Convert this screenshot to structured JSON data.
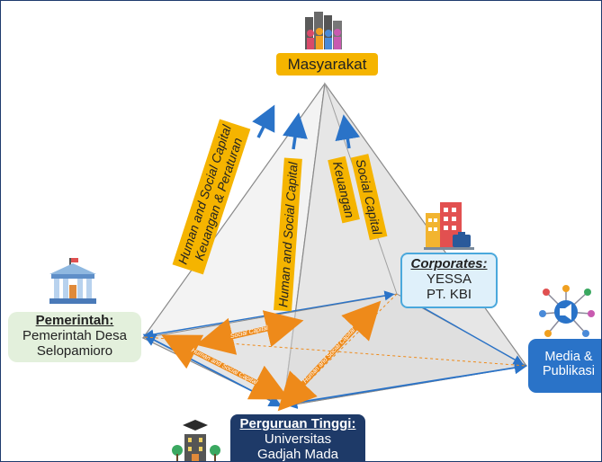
{
  "top_node": {
    "label": "Masyarakat",
    "icon": "crowd-icon"
  },
  "government": {
    "title": "Pemerintah:",
    "line1": "Pemerintah Desa",
    "line2": "Selopamioro",
    "icon": "government-building-icon"
  },
  "corporates": {
    "title": "Corporates:",
    "line1": "YESSA",
    "line2": "PT. KBI",
    "icon": "office-buildings-icon"
  },
  "media": {
    "line1": "Media &",
    "line2": "Publikasi",
    "icon": "megaphone-network-icon"
  },
  "university": {
    "title": "Perguruan Tinggi:",
    "line1": "Universitas",
    "line2": "Gadjah Mada",
    "icon": "graduation-campus-icon"
  },
  "edge_labels": {
    "left_line1": "Human and Social Capital",
    "left_line2": "Keuangan & Peraturan",
    "center": "Human and Social Capital",
    "right_a": "Keuangan",
    "right_b": "Social Capital"
  },
  "base_labels": {
    "top_arrow": "Social Capital",
    "left_arrow": "Human and Social Capital",
    "right_arrow": "Human and Social Capital"
  },
  "colors": {
    "accent_yellow": "#f5b400",
    "arrow_orange": "#ee8a1a",
    "arrow_blue": "#2a73c8",
    "university_navy": "#1e3a68",
    "media_blue": "#2a73c8"
  }
}
